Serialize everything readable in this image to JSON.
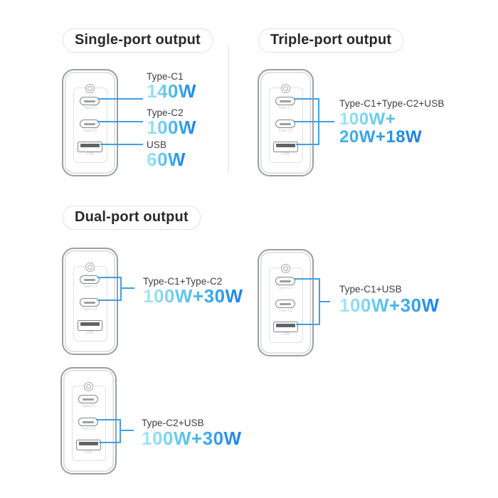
{
  "sections": {
    "single": {
      "title": "Single-port output",
      "rows": [
        {
          "label": "Type-C1",
          "value": "140W"
        },
        {
          "label": "Type-C2",
          "value": "100W"
        },
        {
          "label": "USB",
          "value": "60W"
        }
      ]
    },
    "triple": {
      "title": "Triple-port output",
      "combo_label": "Type-C1+Type-C2+USB",
      "value_line1": "100W+",
      "value_line2": "20W+18W"
    },
    "dual": {
      "title": "Dual-port output",
      "combos": [
        {
          "label": "Type-C1+Type-C2",
          "value": "100W+30W"
        },
        {
          "label": "Type-C1+USB",
          "value": "100W+30W"
        },
        {
          "label": "Type-C2+USB",
          "value": "100W+30W"
        }
      ]
    }
  },
  "charger_ports": {
    "c1": "Type-C1",
    "c2": "Type-C2",
    "usb": "USB"
  },
  "colors": {
    "connector_blue": "#3fa0e2",
    "gradient_light": "#a7eaf4",
    "gradient_dark": "#1b80e8",
    "heading_text": "#29292c"
  }
}
